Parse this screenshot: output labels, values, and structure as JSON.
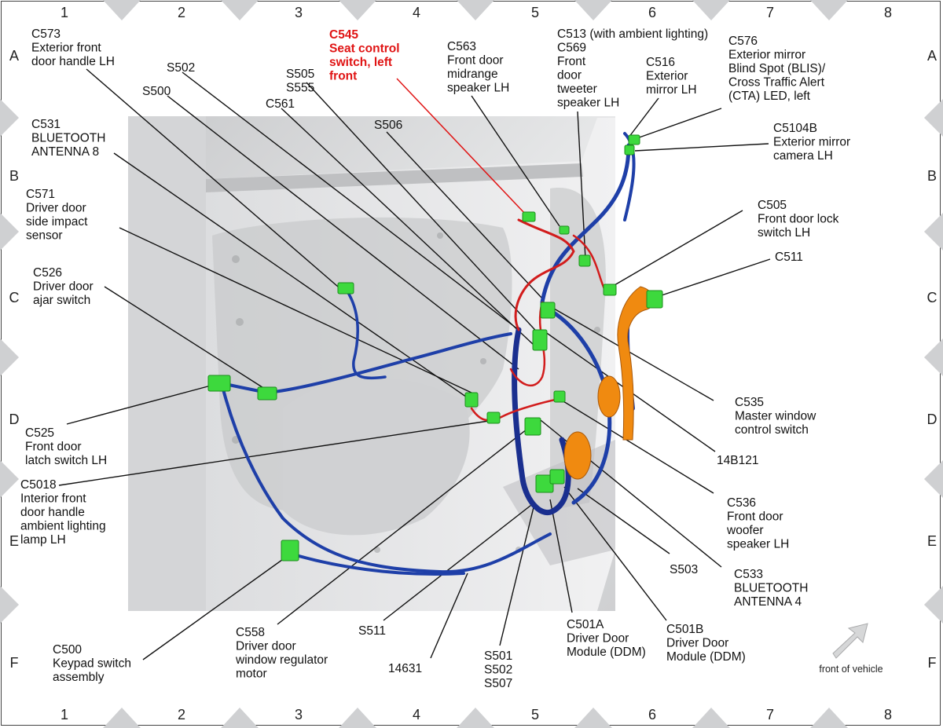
{
  "grid": {
    "columns": [
      "1",
      "2",
      "3",
      "4",
      "5",
      "6",
      "7",
      "8"
    ],
    "rows": [
      "A",
      "B",
      "C",
      "D",
      "E",
      "F"
    ]
  },
  "labels": {
    "c573": [
      "C573",
      "Exterior front",
      "door handle LH"
    ],
    "s502_top": [
      "S502"
    ],
    "s500": [
      "S500"
    ],
    "s505_555": [
      "S505",
      "S555"
    ],
    "c561": [
      "C561"
    ],
    "c545": [
      "C545",
      "Seat control",
      "switch, left",
      "front"
    ],
    "c563": [
      "C563",
      "Front door",
      "midrange",
      "speaker LH"
    ],
    "c513": [
      "C513 (with ambient lighting)",
      "C569",
      "Front",
      "door",
      "tweeter",
      "speaker LH"
    ],
    "c516": [
      "C516",
      "Exterior",
      "mirror LH"
    ],
    "c576": [
      "C576",
      "Exterior mirror",
      "Blind Spot (BLIS)/",
      "Cross Traffic Alert",
      "(CTA) LED, left"
    ],
    "c5104b": [
      "C5104B",
      "Exterior mirror",
      "camera LH"
    ],
    "s506": [
      "S506"
    ],
    "c531": [
      "C531",
      "BLUETOOTH",
      "ANTENNA 8"
    ],
    "c571": [
      "C571",
      "Driver door",
      "side impact",
      "sensor"
    ],
    "c505": [
      "C505",
      "Front door lock",
      "switch LH"
    ],
    "c511": [
      "C511"
    ],
    "c526": [
      "C526",
      "Driver door",
      "ajar switch"
    ],
    "c535": [
      "C535",
      "Master window",
      "control switch"
    ],
    "c525": [
      "C525",
      "Front door",
      "latch switch LH"
    ],
    "w14b121": [
      "14B121"
    ],
    "c5018": [
      "C5018",
      "Interior front",
      "door handle",
      "ambient lighting",
      "lamp LH"
    ],
    "c536": [
      "C536",
      "Front door",
      "woofer",
      "speaker LH"
    ],
    "s503": [
      "S503"
    ],
    "c533": [
      "C533",
      "BLUETOOTH",
      "ANTENNA 4"
    ],
    "c558": [
      "C558",
      "Driver door",
      "window regulator",
      "motor"
    ],
    "s511": [
      "S511"
    ],
    "c500": [
      "C500",
      "Keypad switch",
      "assembly"
    ],
    "w14631": [
      "14631"
    ],
    "s501": [
      "S501",
      "S502",
      "S507"
    ],
    "c501a": [
      "C501A",
      "Driver Door",
      "Module (DDM)"
    ],
    "c501b": [
      "C501B",
      "Driver Door",
      "Module (DDM)"
    ]
  },
  "orientation": {
    "text": "front of vehicle"
  },
  "colors": {
    "harness_blue": "#1e3fa8",
    "harness_red": "#d21c1c",
    "connector_green": "#3dd93d",
    "orange_module": "#f08a10",
    "highlight_red": "#e01414",
    "door_gray": "#d9dadb"
  }
}
